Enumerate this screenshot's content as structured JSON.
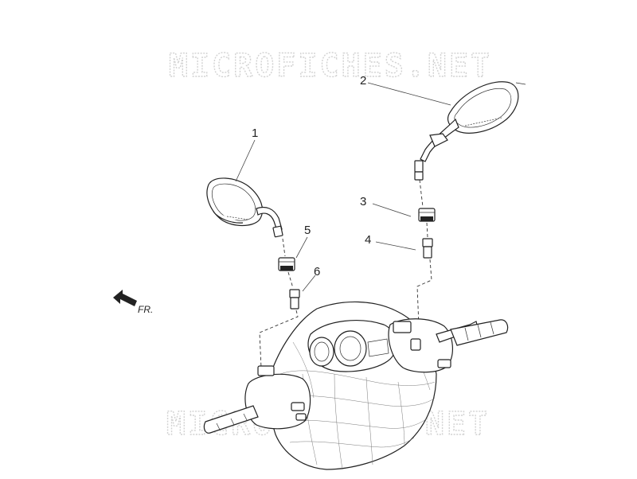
{
  "watermark": {
    "top": "MICROFICHES.NET",
    "bottom": "MICROFICHES.NET"
  },
  "callouts": {
    "c1": "1",
    "c2": "2",
    "c3": "3",
    "c4": "4",
    "c5": "5",
    "c6": "6"
  },
  "direction": {
    "label": "FR."
  },
  "icons": {
    "direction_arrow": "arrow-left-icon"
  }
}
